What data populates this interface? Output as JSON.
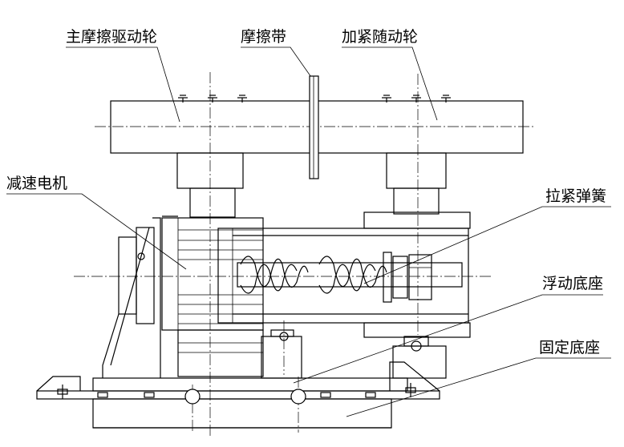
{
  "labels": {
    "main_drive_wheel": "主摩擦驱动轮",
    "friction_belt": "摩擦带",
    "tension_follower_wheel": "加紧随动轮",
    "reduction_motor": "减速电机",
    "tension_spring": "拉紧弹簧",
    "floating_base": "浮动底座",
    "fixed_base": "固定底座"
  }
}
